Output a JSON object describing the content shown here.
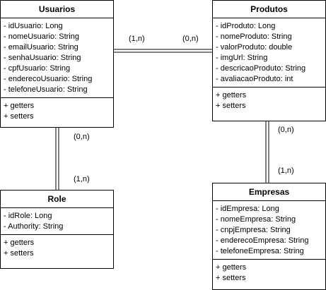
{
  "classes": {
    "usuarios": {
      "name": "Usuarios",
      "attributes": [
        "- idUsuario: Long",
        "- nomeUsuario: String",
        "- emailUsuario: String",
        "- senhaUsuario: String",
        "- cpfUsuario: String",
        "- enderecoUsuario: String",
        "- telefoneUsuario: String"
      ],
      "methods": [
        "+ getters",
        "+ setters"
      ]
    },
    "produtos": {
      "name": "Produtos",
      "attributes": [
        "- idProduto: Long",
        "- nomeProduto: String",
        "- valorProduto: double",
        "- imgUrl: String",
        "- descricaoProduto: String",
        "- avaliacaoProduto: int"
      ],
      "methods": [
        "+ getters",
        "+ setters"
      ]
    },
    "role": {
      "name": "Role",
      "attributes": [
        "- idRole: Long",
        "- Authority: String"
      ],
      "methods": [
        "+ getters",
        "+ setters"
      ]
    },
    "empresas": {
      "name": "Empresas",
      "attributes": [
        "- idEmpresa: Long",
        "- nomeEmpresa: String",
        "- cnpjEmpresa: String",
        "- enderecoEmpresa: String",
        "- telefoneEmpresa: String"
      ],
      "methods": [
        "+ getters",
        "+ setters"
      ]
    }
  },
  "multiplicities": {
    "usuarios_produtos_left": "(1,n)",
    "usuarios_produtos_right": "(0,n)",
    "usuarios_role_top": "(0,n)",
    "usuarios_role_bottom": "(1,n)",
    "produtos_empresas_top": "(0,n)",
    "produtos_empresas_bottom": "(1,n)"
  }
}
